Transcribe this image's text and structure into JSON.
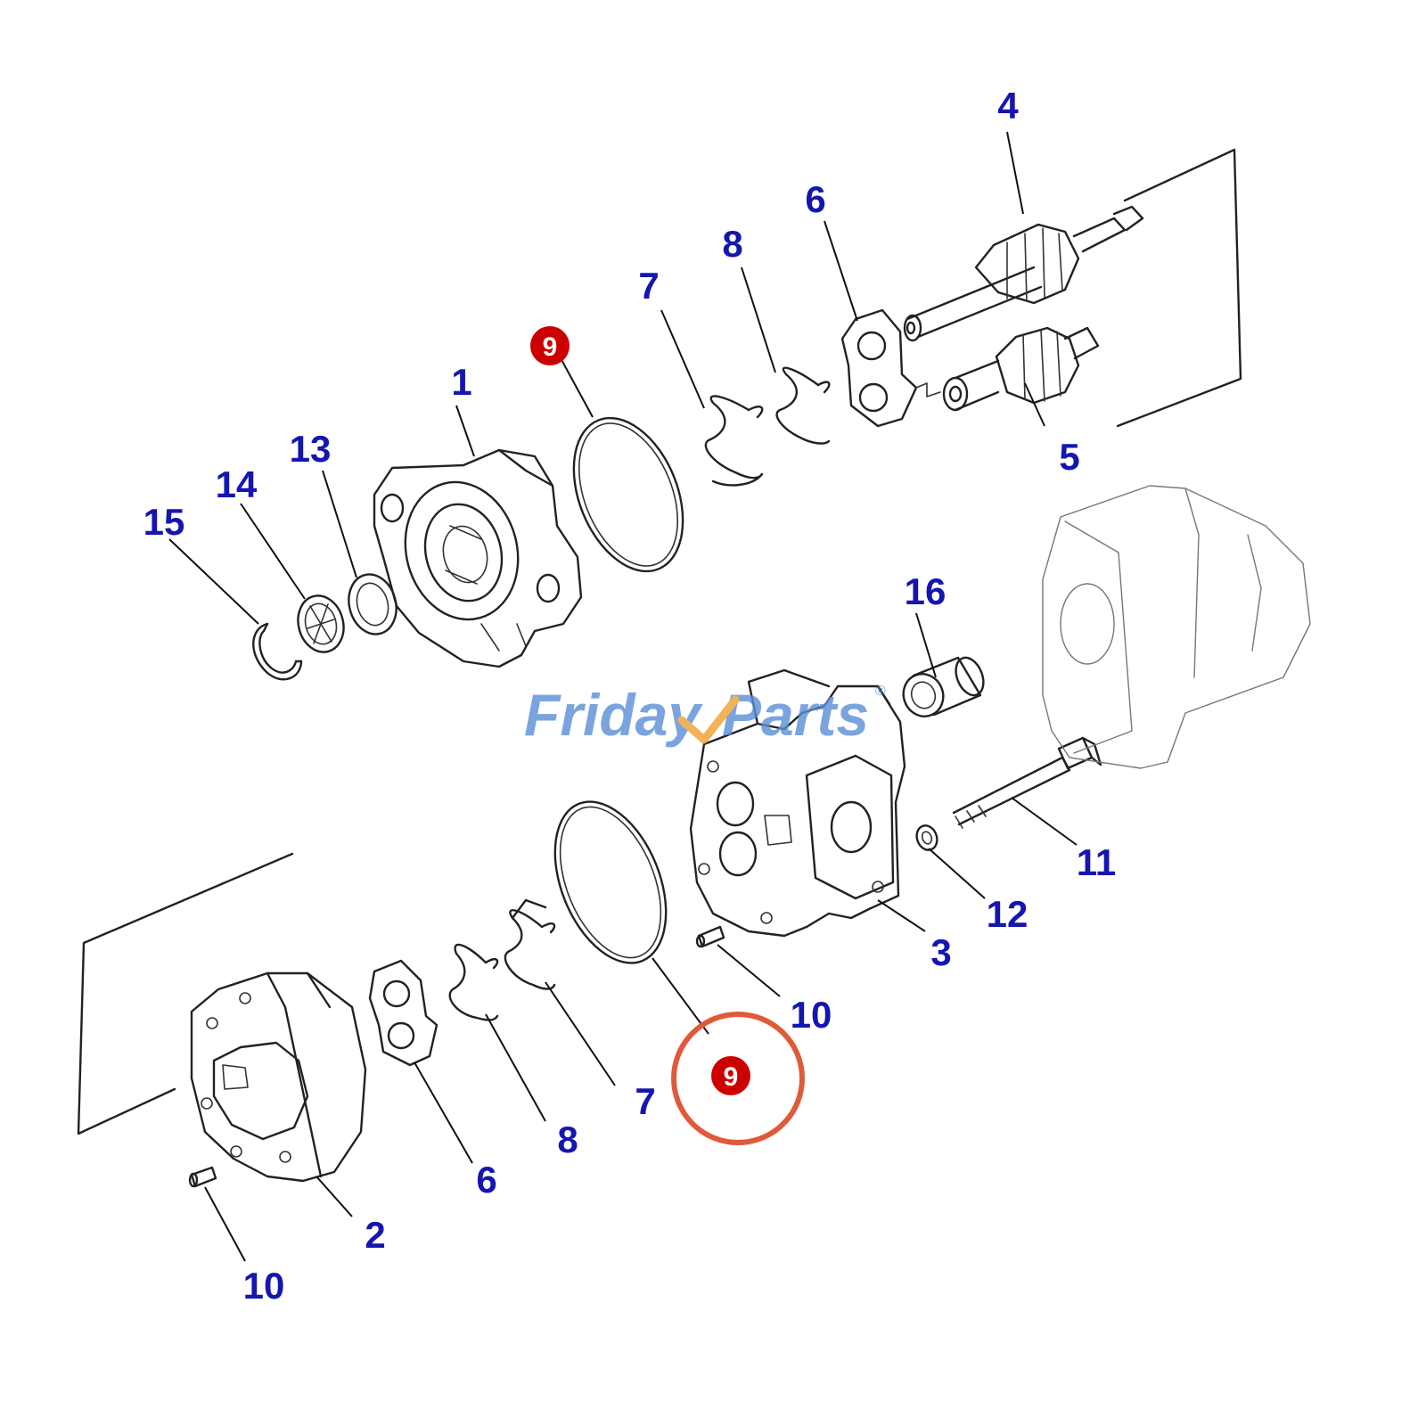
{
  "colors": {
    "label": "#1515b0",
    "badge": "#cc0000",
    "highlight_ring": "#e05a3a",
    "watermark_blue": "#5b8ed6",
    "watermark_orange": "#f0a030"
  },
  "watermark": {
    "part1": "Friday",
    "part2": "Parts",
    "mark": "®"
  },
  "labels": {
    "p4": "4",
    "p6_top": "6",
    "p8_top": "8",
    "p7_top": "7",
    "p9_top": "9",
    "p1": "1",
    "p13": "13",
    "p14": "14",
    "p15": "15",
    "p5": "5",
    "p16": "16",
    "p11": "11",
    "p12": "12",
    "p3": "3",
    "p10_mid": "10",
    "p9_bottom": "9",
    "p7_bottom": "7",
    "p8_bottom": "8",
    "p6_bottom": "6",
    "p2": "2",
    "p10_bottom": "10"
  }
}
